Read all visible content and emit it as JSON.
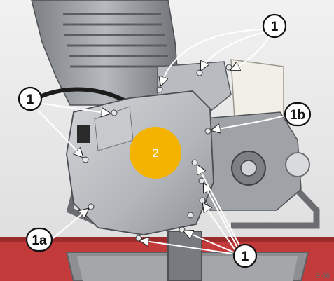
{
  "callouts": [
    {
      "label": "1"
    },
    {
      "label": "1"
    },
    {
      "label": "1b"
    },
    {
      "label": "1a"
    },
    {
      "label": "1"
    }
  ],
  "marker": {
    "label": "2",
    "color": "#f5b301"
  },
  "image_code": "SI06",
  "colors": {
    "cover": "#b9bcc0",
    "background": "#e9e9e9",
    "stand": "#8d8f92",
    "base": "#c23a3a",
    "arrow": "#ffffff"
  }
}
